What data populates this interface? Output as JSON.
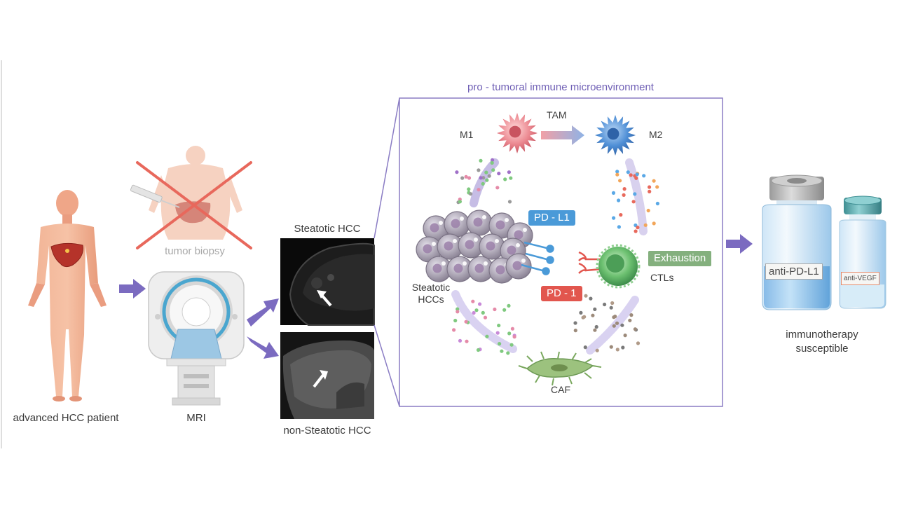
{
  "labels": {
    "patient": "advanced HCC patient",
    "mri": "MRI",
    "tumor_biopsy": "tumor biopsy",
    "steatotic_hcc": "Steatotic HCC",
    "non_steatotic_hcc": "non-Steatotic HCC",
    "panel_title": "pro - tumoral immune microenvironment",
    "m1": "M1",
    "tam": "TAM",
    "m2": "M2",
    "pd_l1": "PD - L1",
    "pd_1": "PD - 1",
    "exhaustion": "Exhaustion",
    "ctls": "CTLs",
    "steatotic_hccs_line1": "Steatotic",
    "steatotic_hccs_line2": "HCCs",
    "caf": "CAF",
    "anti_pd_l1": "anti-PD-L1",
    "anti_vegf": "anti-VEGF",
    "immunotherapy_line1": "immunotherapy",
    "immunotherapy_line2": "susceptible"
  },
  "colors": {
    "arrow": "#7b6bc0",
    "panel_border": "#8a7cc4",
    "title": "#6f5fb5",
    "pd_l1": "#4a9ad8",
    "pd_1": "#e2564e",
    "exhaustion": "#84b07e",
    "skin": "#efa688",
    "liver": "#b5332a",
    "m1": "#e27580",
    "m2": "#3f7fce",
    "ctl": "#5bb06a",
    "caf": "#86b36a",
    "cross": "#e8685c"
  },
  "icons": {
    "patient": "human-body-icon",
    "biopsy": "biopsy-torso-icon",
    "mri": "mri-scanner-icon",
    "vial": "vial-icon"
  }
}
